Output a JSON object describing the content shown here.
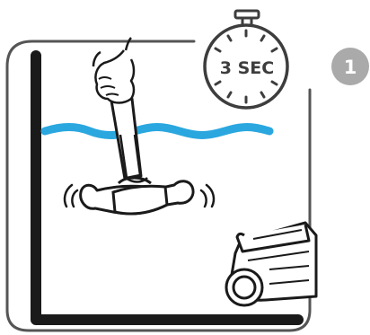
{
  "timer": {
    "label": "3 SEC",
    "icon": "stopwatch-icon"
  },
  "step": {
    "number": "1",
    "icon": "step-badge"
  },
  "colors": {
    "outline": "#1a1a1a",
    "frame": "#555555",
    "water": "#2aa7df",
    "badge": "#aaaaaa",
    "timer_text": "#3d3d3d"
  },
  "illustration": {
    "hand": "hand-icon",
    "pole": "telescopic-pole",
    "brush": "pool-brush",
    "robot": "pool-robot-icon",
    "motion": "shake-motion-icon",
    "water": "water-line"
  }
}
